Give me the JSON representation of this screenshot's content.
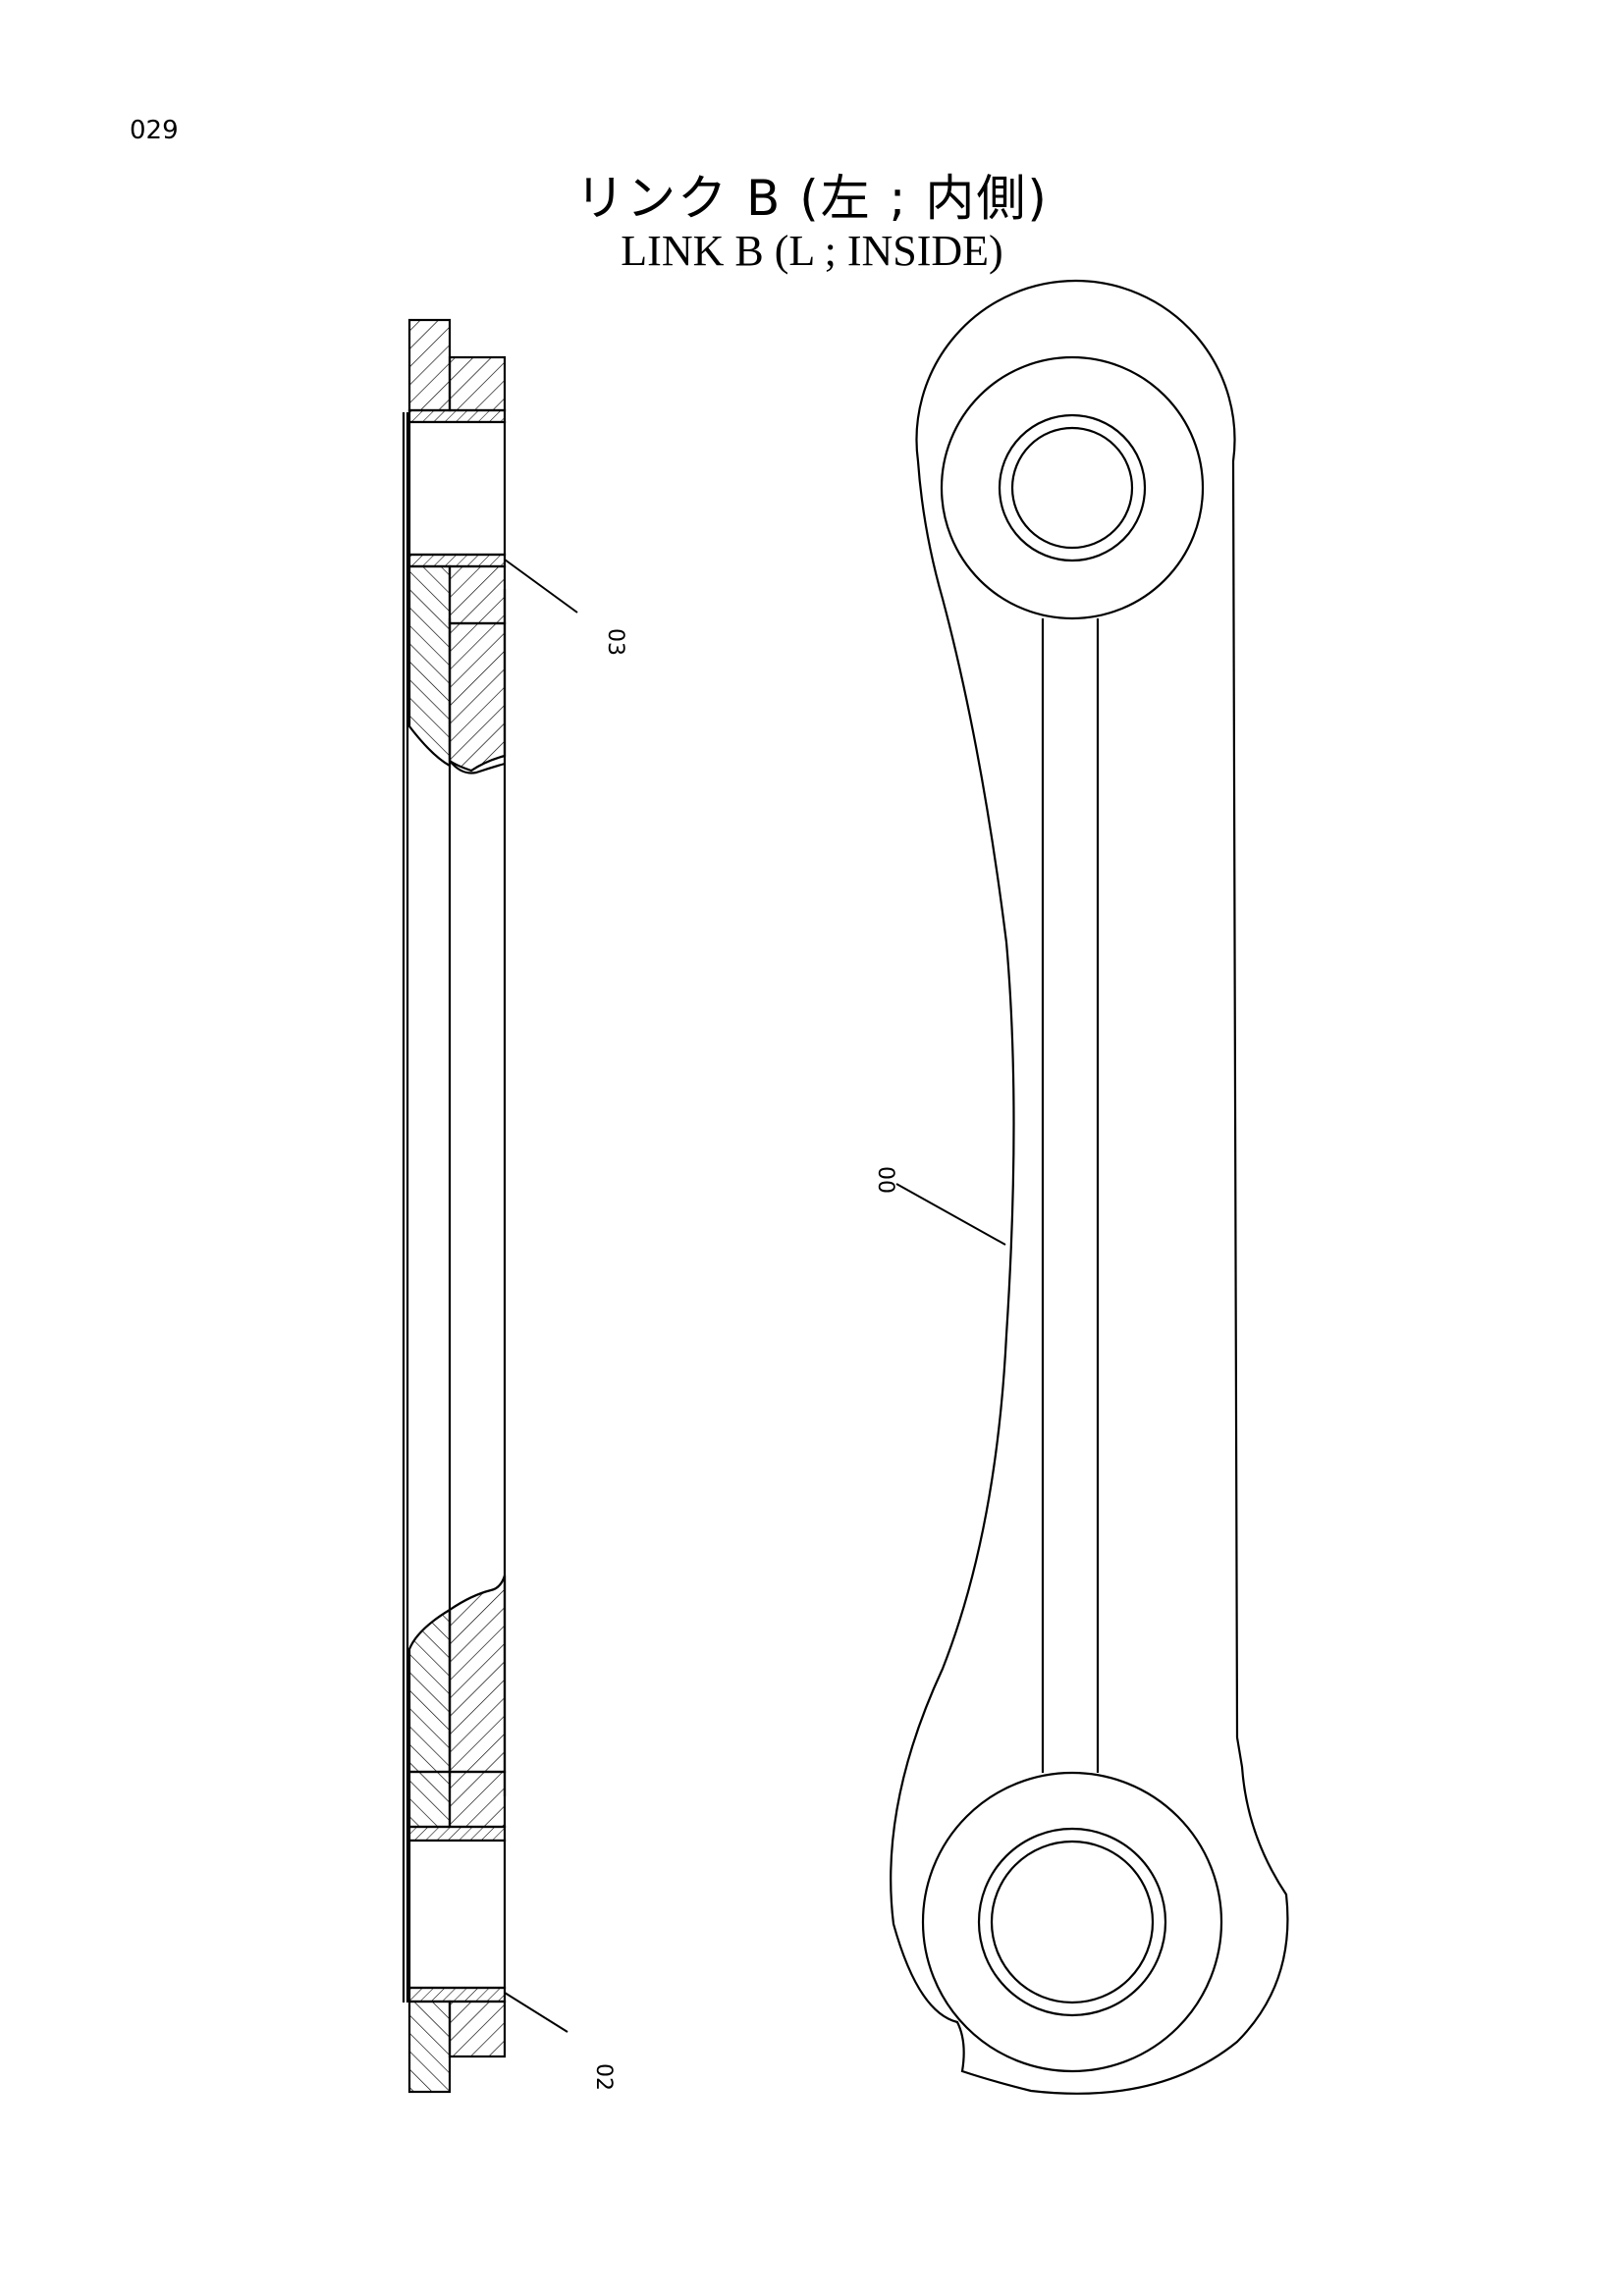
{
  "page": {
    "number": "029"
  },
  "title": {
    "japanese": "リンク B (左 ; 内側)",
    "english": "LINK  B (L ; INSIDE)"
  },
  "callouts": [
    {
      "label": "03"
    },
    {
      "label": "00"
    },
    {
      "label": "02"
    }
  ]
}
